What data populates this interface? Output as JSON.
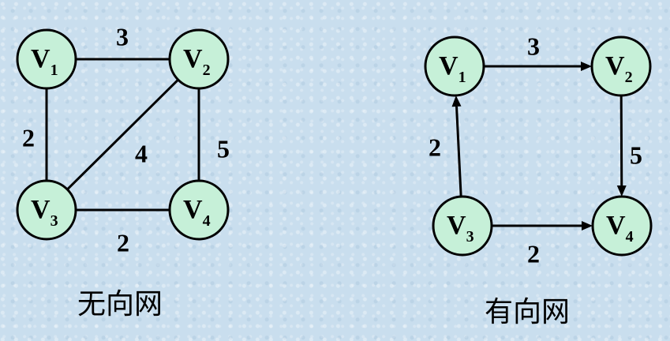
{
  "graphs": [
    {
      "caption": "无向网",
      "directed": false,
      "nodes": [
        {
          "id": "V1",
          "letter": "V",
          "sub": "1"
        },
        {
          "id": "V2",
          "letter": "V",
          "sub": "2"
        },
        {
          "id": "V3",
          "letter": "V",
          "sub": "3"
        },
        {
          "id": "V4",
          "letter": "V",
          "sub": "4"
        }
      ],
      "edges": [
        {
          "from": "V1",
          "to": "V2",
          "weight": "3"
        },
        {
          "from": "V1",
          "to": "V3",
          "weight": "2"
        },
        {
          "from": "V2",
          "to": "V3",
          "weight": "4"
        },
        {
          "from": "V2",
          "to": "V4",
          "weight": "5"
        },
        {
          "from": "V3",
          "to": "V4",
          "weight": "2"
        }
      ]
    },
    {
      "caption": "有向网",
      "directed": true,
      "nodes": [
        {
          "id": "V1",
          "letter": "V",
          "sub": "1"
        },
        {
          "id": "V2",
          "letter": "V",
          "sub": "2"
        },
        {
          "id": "V3",
          "letter": "V",
          "sub": "3"
        },
        {
          "id": "V4",
          "letter": "V",
          "sub": "4"
        }
      ],
      "edges": [
        {
          "from": "V1",
          "to": "V2",
          "weight": "3"
        },
        {
          "from": "V3",
          "to": "V1",
          "weight": "2"
        },
        {
          "from": "V2",
          "to": "V4",
          "weight": "5"
        },
        {
          "from": "V3",
          "to": "V4",
          "weight": "2"
        }
      ]
    }
  ],
  "colors": {
    "background": "#c9deee",
    "node_fill": "#c6f0d8",
    "stroke": "#000000"
  }
}
